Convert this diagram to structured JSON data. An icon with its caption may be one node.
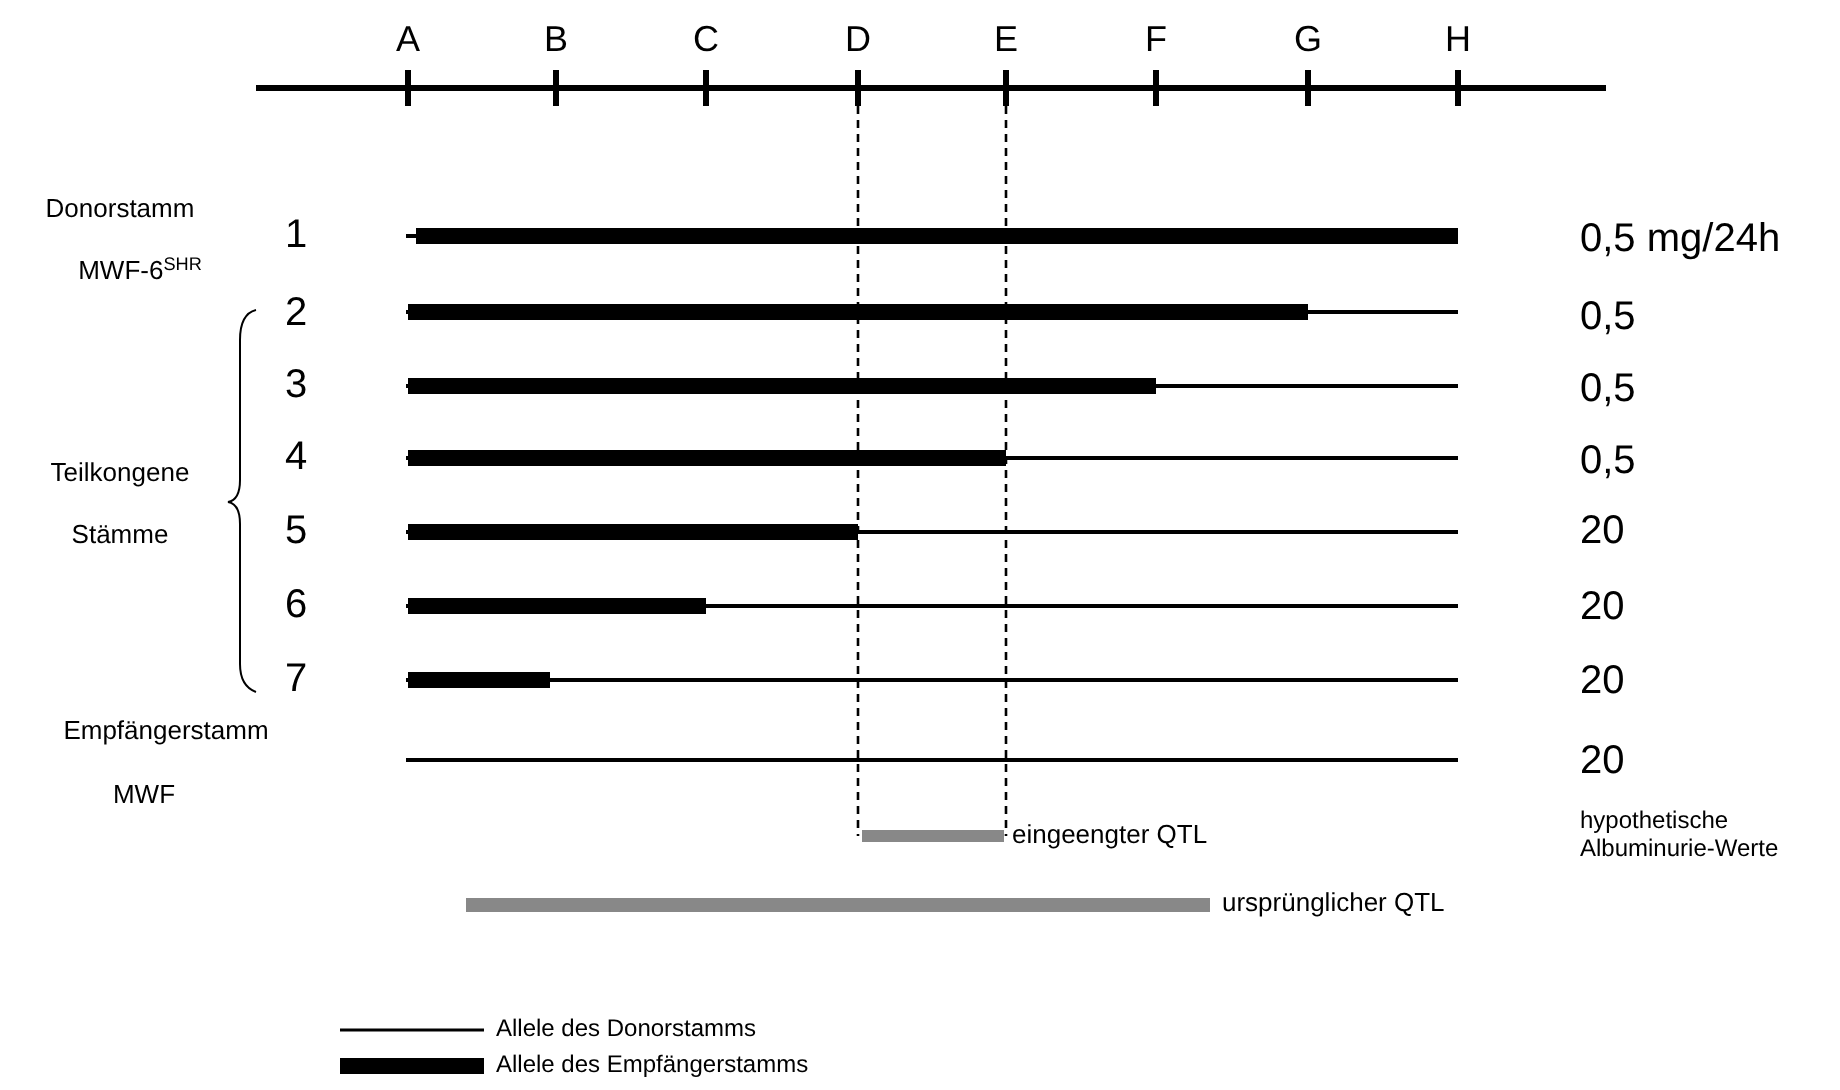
{
  "diagram": {
    "labels": [
      "A",
      "B",
      "C",
      "D",
      "E",
      "F",
      "G",
      "H",
      "Donorstamm",
      "1",
      "0,5 mg/24h",
      "MWF-6$^{SHR}$",
      "2",
      "0,5",
      "3",
      "0,5",
      "Teilkongene",
      "4",
      "0,5",
      "Stämme",
      "5",
      "20",
      "6",
      "20",
      "7",
      "20",
      "Empfängerstamm",
      "20",
      "MWF",
      "eingeengter QTL",
      "hypothetische Albuminurie-Werte",
      "ursprünglicher QTL"
    ],
    "legend": [
      {
        "text": "Allele des Donorstamms"
      },
      {
        "text": "Allele des Empfängerstamms",
        "color": "#000000"
      }
    ]
  }
}
